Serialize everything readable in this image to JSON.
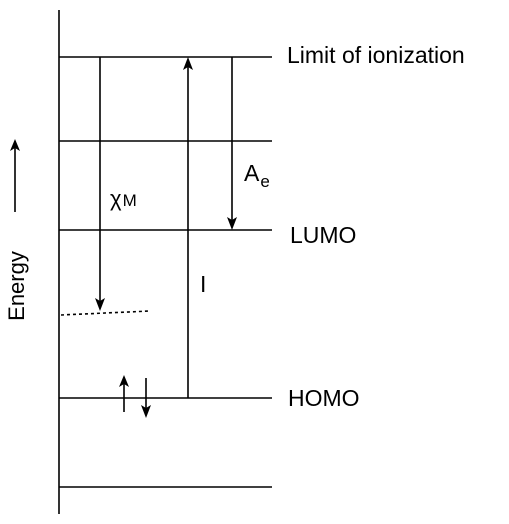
{
  "diagram": {
    "axis_label": "Energy",
    "levels": {
      "ionization_limit": "Limit of ionization",
      "lumo": "LUMO",
      "homo": "HOMO"
    },
    "symbols": {
      "electronegativity": "χ",
      "electronegativity_subscript": "M",
      "electron_affinity": "A",
      "electron_affinity_subscript": "e",
      "ionization_energy": "I"
    },
    "colors": {
      "ink": "#000000",
      "background": "#ffffff"
    }
  }
}
